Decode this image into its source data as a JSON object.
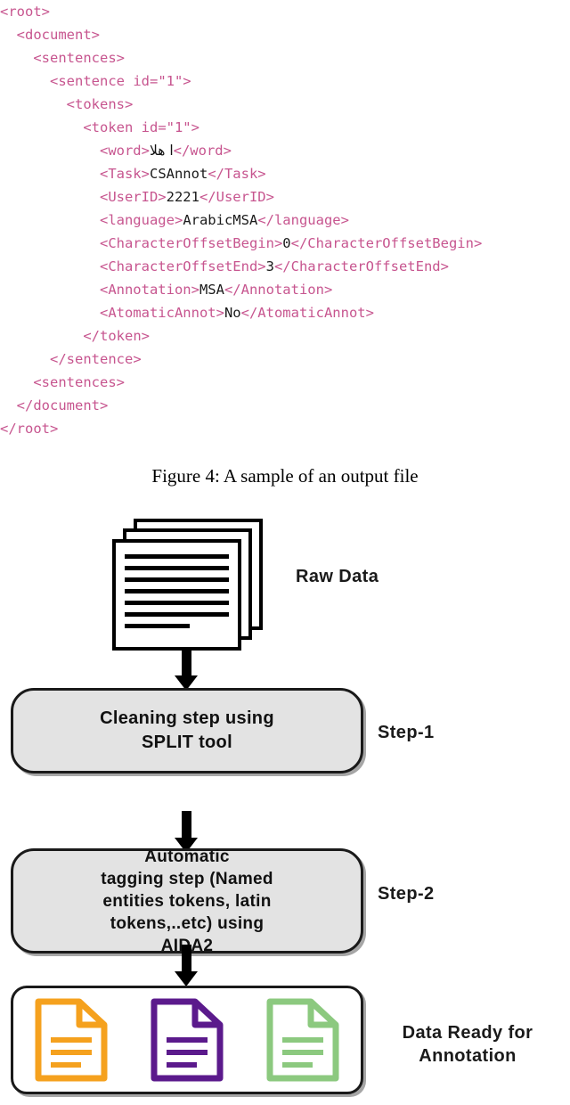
{
  "code_block": {
    "language": "xml",
    "lines": [
      [
        {
          "t": "tag",
          "v": "<root>"
        }
      ],
      [
        {
          "t": "plain",
          "v": "  "
        },
        {
          "t": "tag",
          "v": "<document>"
        }
      ],
      [
        {
          "t": "plain",
          "v": "    "
        },
        {
          "t": "tag",
          "v": "<sentences>"
        }
      ],
      [
        {
          "t": "plain",
          "v": "      "
        },
        {
          "t": "tag",
          "v": "<sentence id=\"1\">"
        }
      ],
      [
        {
          "t": "plain",
          "v": "        "
        },
        {
          "t": "tag",
          "v": "<tokens>"
        }
      ],
      [
        {
          "t": "plain",
          "v": "          "
        },
        {
          "t": "tag",
          "v": "<token id=\"1\">"
        }
      ],
      [
        {
          "t": "plain",
          "v": "            "
        },
        {
          "t": "tag",
          "v": "<word>"
        },
        {
          "t": "arab",
          "v": "ا هلا"
        },
        {
          "t": "tag",
          "v": "</word>"
        }
      ],
      [
        {
          "t": "plain",
          "v": "            "
        },
        {
          "t": "tag",
          "v": "<Task>"
        },
        {
          "t": "txt",
          "v": "CSAnnot"
        },
        {
          "t": "tag",
          "v": "</Task>"
        }
      ],
      [
        {
          "t": "plain",
          "v": "            "
        },
        {
          "t": "tag",
          "v": "<UserID>"
        },
        {
          "t": "txt",
          "v": "2221"
        },
        {
          "t": "tag",
          "v": "</UserID>"
        }
      ],
      [
        {
          "t": "plain",
          "v": "            "
        },
        {
          "t": "tag",
          "v": "<language>"
        },
        {
          "t": "txt",
          "v": "ArabicMSA"
        },
        {
          "t": "tag",
          "v": "</language>"
        }
      ],
      [
        {
          "t": "plain",
          "v": "            "
        },
        {
          "t": "tag",
          "v": "<CharacterOffsetBegin>"
        },
        {
          "t": "txt",
          "v": "0"
        },
        {
          "t": "tag",
          "v": "</CharacterOffsetBegin>"
        }
      ],
      [
        {
          "t": "plain",
          "v": "            "
        },
        {
          "t": "tag",
          "v": "<CharacterOffsetEnd>"
        },
        {
          "t": "txt",
          "v": "3"
        },
        {
          "t": "tag",
          "v": "</CharacterOffsetEnd>"
        }
      ],
      [
        {
          "t": "plain",
          "v": "            "
        },
        {
          "t": "tag",
          "v": "<Annotation>"
        },
        {
          "t": "txt",
          "v": "MSA"
        },
        {
          "t": "tag",
          "v": "</Annotation>"
        }
      ],
      [
        {
          "t": "plain",
          "v": "            "
        },
        {
          "t": "tag",
          "v": "<AtomaticAnnot>"
        },
        {
          "t": "txt",
          "v": "No"
        },
        {
          "t": "tag",
          "v": "</AtomaticAnnot>"
        }
      ],
      [
        {
          "t": "plain",
          "v": "          "
        },
        {
          "t": "tag",
          "v": "</token>"
        }
      ],
      [
        {
          "t": "plain",
          "v": "      "
        },
        {
          "t": "tag",
          "v": "</sentence>"
        }
      ],
      [
        {
          "t": "plain",
          "v": "    "
        },
        {
          "t": "tag",
          "v": "<sentences>"
        }
      ],
      [
        {
          "t": "plain",
          "v": "  "
        },
        {
          "t": "tag",
          "v": "</document>"
        }
      ],
      [
        {
          "t": "tag",
          "v": "</root>"
        }
      ]
    ],
    "colors": {
      "tag": "#c7558f",
      "text": "#1a1a1a",
      "background": "#ffffff"
    }
  },
  "figure": {
    "caption": "Figure 4: A sample of an output file"
  },
  "flowchart": {
    "raw_data_label": "Raw Data",
    "step1": {
      "label": "Step-1",
      "text": "Cleaning step using\nSPLIT tool"
    },
    "step2": {
      "label": "Step-2",
      "text": "Automatic\ntagging step (Named\nentities tokens, latin\ntokens,..etc) using\nAIDA2"
    },
    "output": {
      "label": "Data Ready for\nAnnotation",
      "doc_colors": [
        "#f5a11e",
        "#5b1a8c",
        "#8cc97f"
      ]
    },
    "colors": {
      "box_fill": "#e3e3e3",
      "box_stroke": "#1a1a1a",
      "arrow": "#000000"
    }
  }
}
